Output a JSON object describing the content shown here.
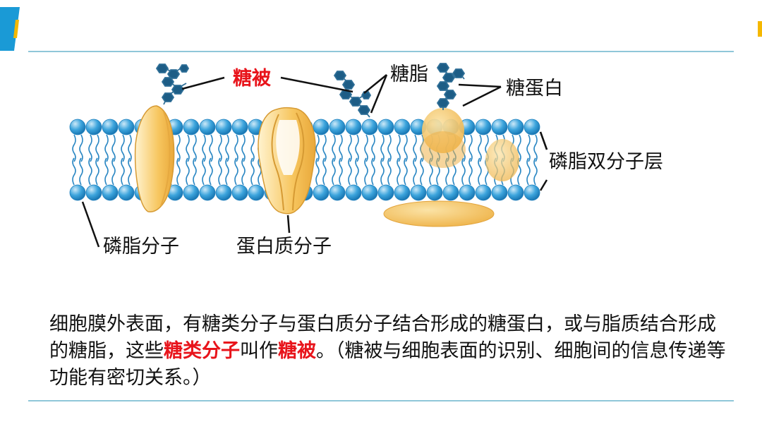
{
  "labels": {
    "glycocalyx": "糖被",
    "glycolipid": "糖脂",
    "glycoprotein": "糖蛋白",
    "bilayer": "磷脂双分子层",
    "phospholipid": "磷脂分子",
    "protein": "蛋白质分子"
  },
  "caption": {
    "part1": "细胞膜外表面，有糖类分子与蛋白质分子结合形成的糖蛋白，或与脂质结合形成的糖脂，这些",
    "highlight1": "糖类分子",
    "part2": "叫作",
    "highlight2": "糖被",
    "part3": "。（糖被与细胞表面的识别、细胞间的信息传递等功能有密切关系。）"
  },
  "colors": {
    "accent_red": "#e8141b",
    "phospholipid_head": "#2f9bd6",
    "protein": "#f6c25a",
    "sugar": "#1d5d86",
    "rule": "#8fc7d9"
  }
}
